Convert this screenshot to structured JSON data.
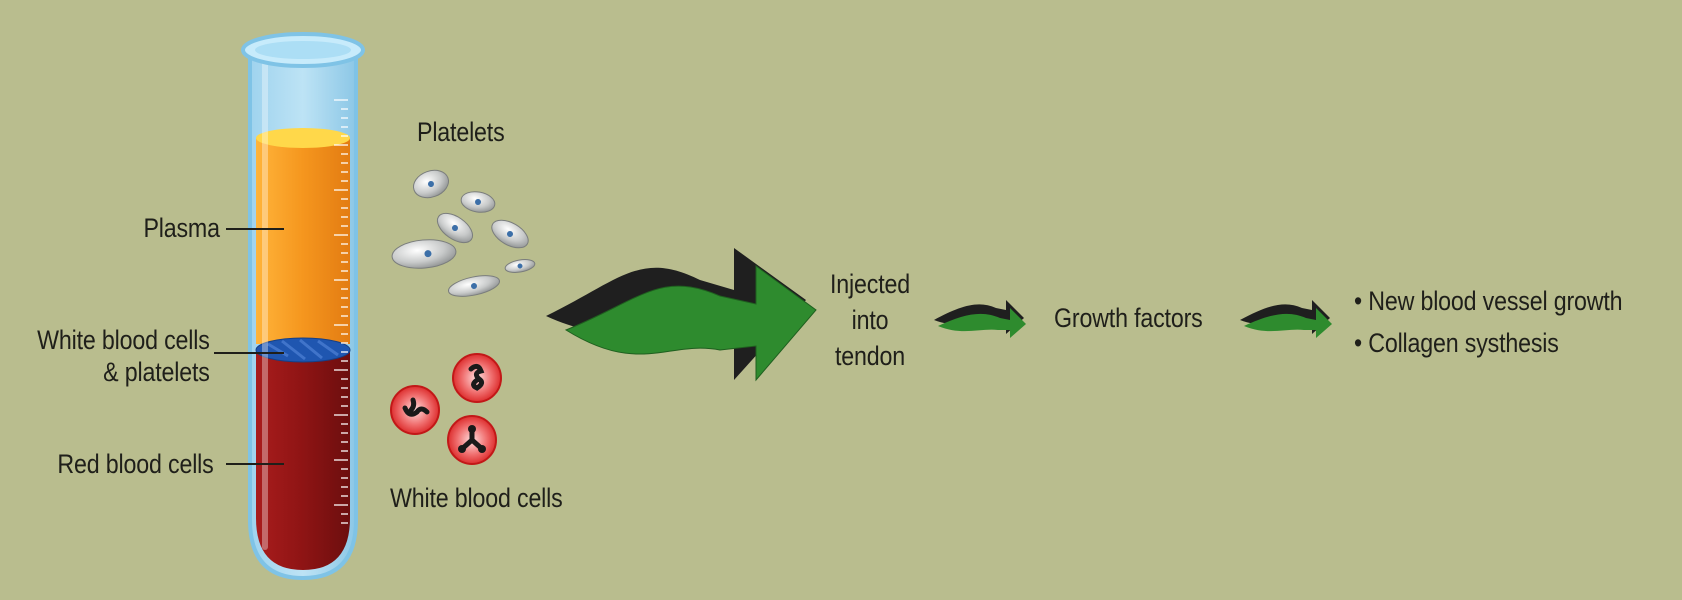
{
  "tube": {
    "labels": {
      "plasma": "Plasma",
      "wbc_platelets_line1": "White blood cells",
      "wbc_platelets_line2": "& platelets",
      "red_cells": "Red blood cells"
    }
  },
  "cells": {
    "platelets_label": "Platelets",
    "white_cells_label": "White blood cells"
  },
  "steps": {
    "injected_line1": "Injected",
    "injected_line2": "into",
    "injected_line3": "tendon",
    "growth_factors": "Growth factors"
  },
  "effects": {
    "items": [
      "• New blood vessel growth",
      "• Collagen systhesis"
    ]
  },
  "colors": {
    "background": "#b9bd8e",
    "plasma": "#f59a22",
    "buffy_coat": "#1f56b0",
    "red_cells": "#8e1414",
    "arrow_green": "#2e8b2e",
    "arrow_dark": "#1f1f1f",
    "platelet": "#c7c9c9",
    "white_cell": "#e12a2a"
  },
  "icons": {
    "test_tube": "test-tube-icon",
    "platelet": "platelet-icon",
    "white_cell": "white-blood-cell-icon",
    "arrow": "curved-arrow-icon"
  }
}
